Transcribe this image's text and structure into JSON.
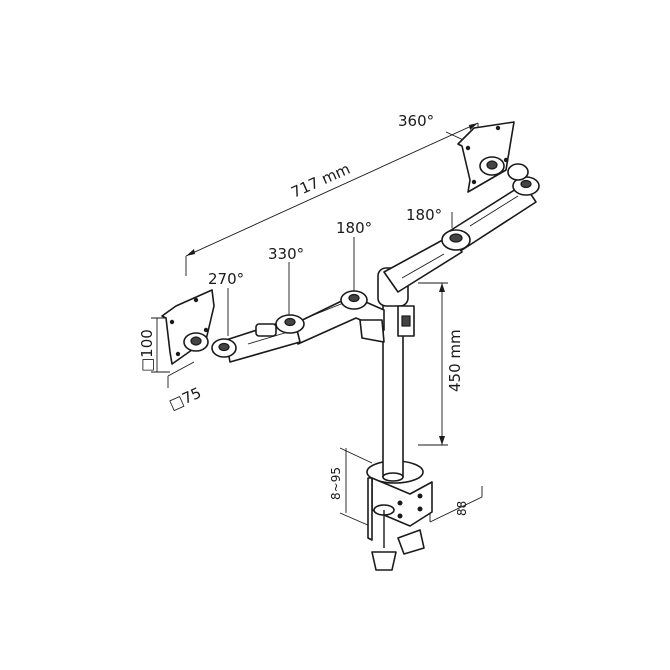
{
  "labels": {
    "rot_top_right": "360°",
    "width": "717 mm",
    "rot_right_joint": "180°",
    "rot_middle_joint": "180°",
    "rot_mid_arm": "330°",
    "rot_left_head": "270°",
    "height": "450 mm",
    "vesa_large": "□100",
    "vesa_small": "□75",
    "clamp_range": "8~95",
    "clamp_depth": "88"
  }
}
